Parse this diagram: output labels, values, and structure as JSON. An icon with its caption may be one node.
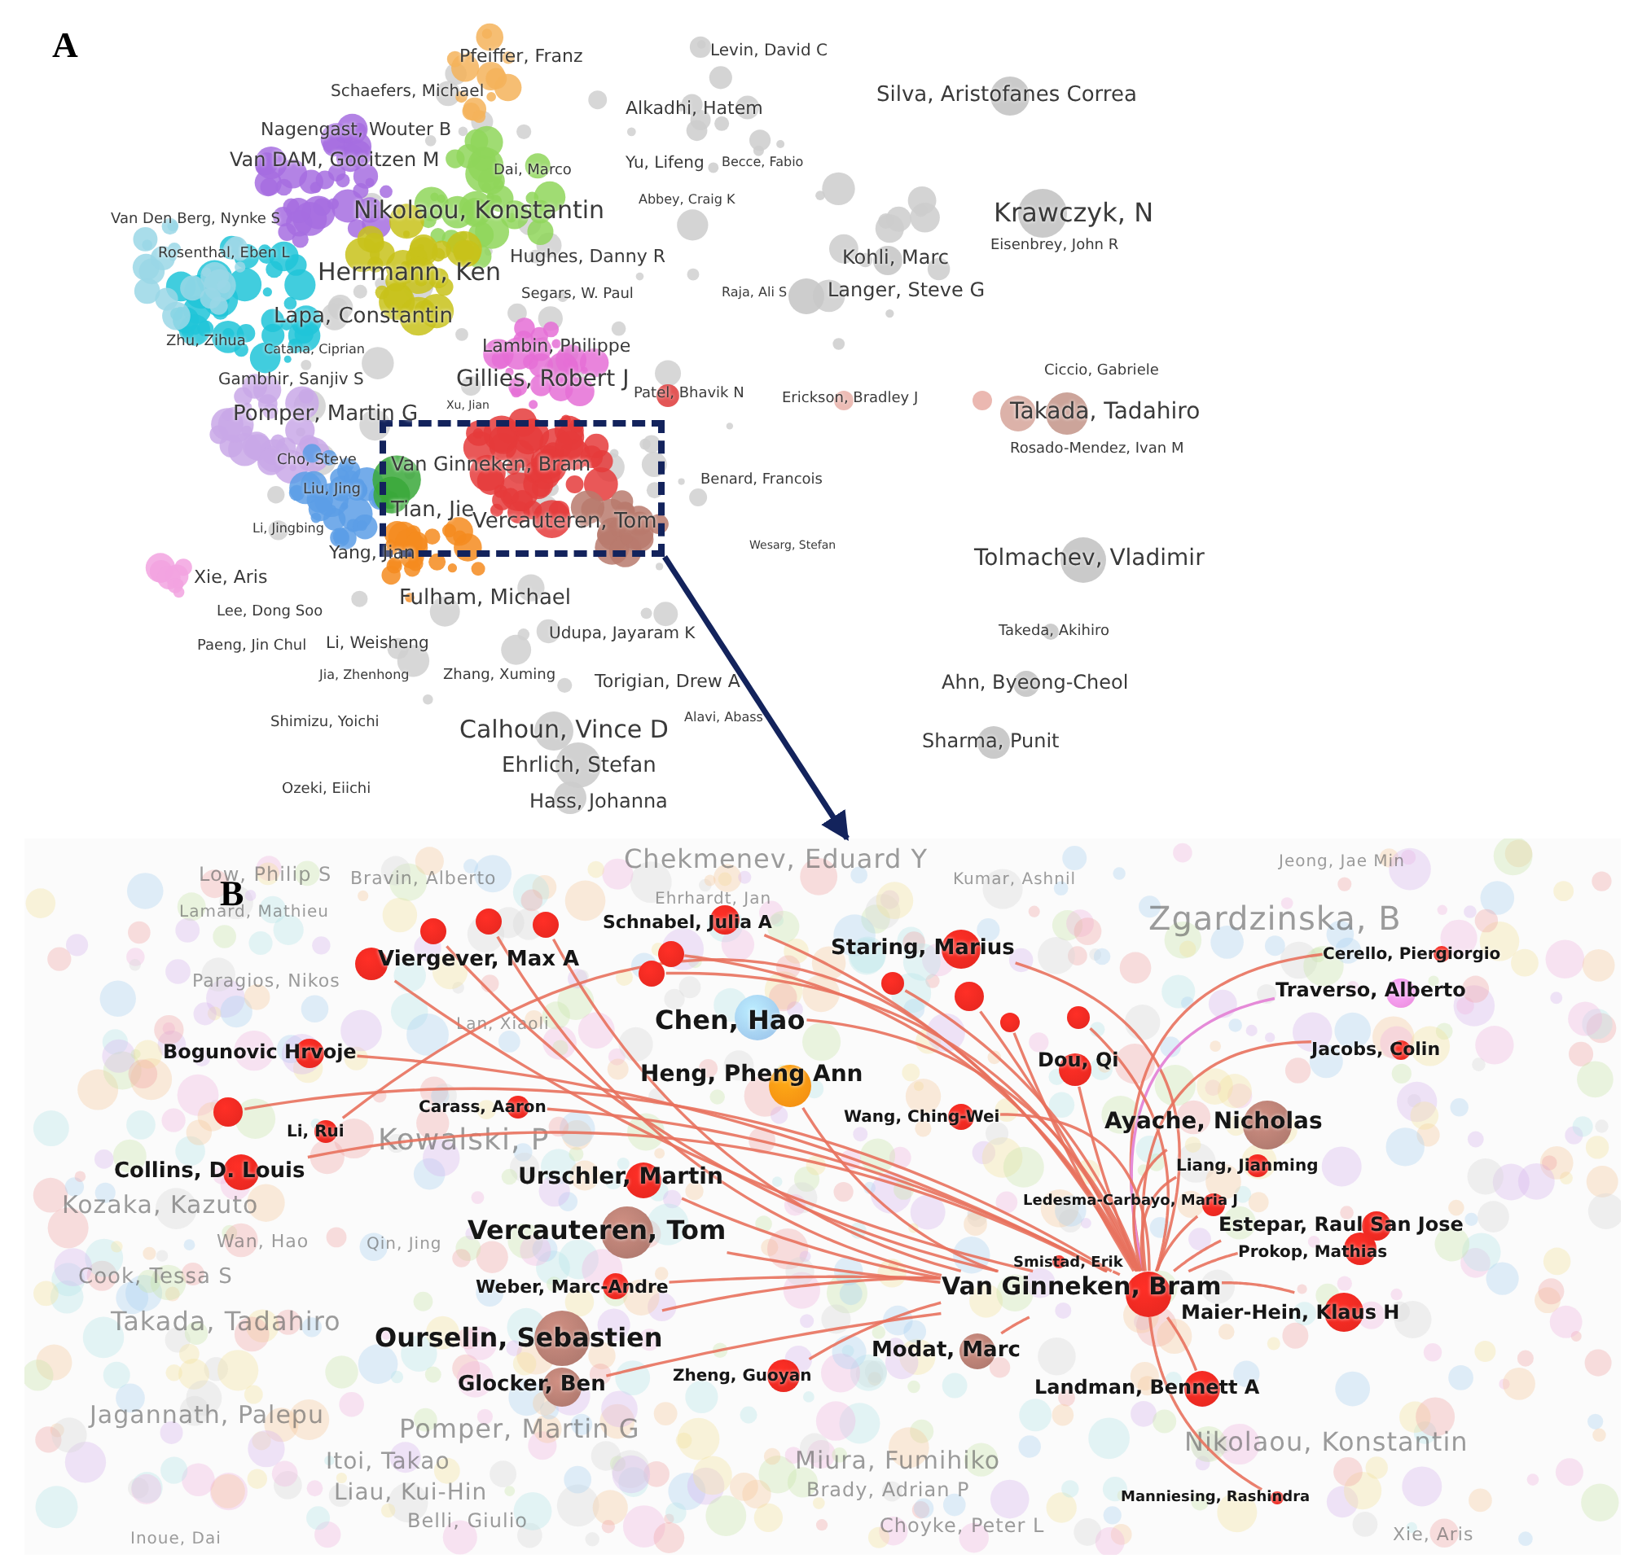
{
  "diagram": {
    "nodes": [
      {
        "text": [],
        "shape": "box"
      },
      {
        "text": [
          "B"
        ]
      },
      {
        "text": [
          "Schnabel, Julia A"
        ],
        "in": 1
      },
      {
        "text": [
          "Staring, Marius"
        ],
        "in": 1
      },
      {
        "text": [
          "Cerello, Piergiorgio"
        ],
        "in": 1
      },
      {
        "text": [
          "Viergever, Max A"
        ],
        "in": 1
      },
      {
        "text": [
          "Traverso, Alberto"
        ],
        "in": 1
      },
      {
        "text": [
          "Chen, Hao"
        ],
        "in": 1
      },
      {
        "text": [
          "Bogunovic Hrvoje"
        ],
        "in": 1
      },
      {
        "text": [
          "Jacobs, Colin"
        ],
        "in": 1
      },
      {
        "text": [
          "Dou, Qi"
        ],
        "in": 1
      },
      {
        "text": [
          "Heng, Pheng Ann"
        ],
        "in": 1
      },
      {
        "text": [
          "Carass, Aaron"
        ],
        "in": 1
      },
      {
        "text": [
          "Wang, Ching-Wei"
        ],
        "in": 1
      },
      {
        "text": [
          "Ayache, Nicholas"
        ],
        "in": 1
      },
      {
        "text": [
          "Li, Rui"
        ],
        "in": 1
      },
      {
        "text": [
          "Liang, Jianming"
        ],
        "in": 1
      },
      {
        "text": [
          "Collins, D. Louis"
        ],
        "in": 1
      },
      {
        "text": [
          "Urschler, Martin"
        ],
        "in": 1
      },
      {
        "text": [
          "Ledesma-Carbayo, Maria J"
        ],
        "in": 1
      },
      {
        "text": [
          "Estepar, Raul San Jose"
        ],
        "in": 1
      },
      {
        "text": [
          "Vercauteren, Tom"
        ],
        "in": 1
      },
      {
        "text": [
          "Prokop, Mathias"
        ],
        "in": 1
      },
      {
        "text": [
          "Smistad, Erik"
        ],
        "in": 1
      },
      {
        "text": [
          "Weber, Marc-Andre"
        ],
        "in": 1
      },
      {
        "text": [
          "Van Ginneken, Bram"
        ],
        "in": 1
      },
      {
        "text": [
          "Maier-Hein, Klaus H"
        ],
        "in": 1
      },
      {
        "text": [
          "Ourselin, Sebastien"
        ],
        "in": 1
      },
      {
        "text": [
          "Modat, Marc"
        ],
        "in": 1
      },
      {
        "text": [
          "Zheng, Guoyan"
        ],
        "in": 1
      },
      {
        "text": [
          "Glocker, Ben"
        ],
        "in": 1
      },
      {
        "text": [
          "Landman, Bennett A"
        ],
        "in": 1
      },
      {
        "text": [
          "Manniesing, Rashindra"
        ],
        "in": 1
      },
      {
        "text": [],
        "shape": "circle",
        "in": 1
      },
      {
        "text": [],
        "shape": "circle",
        "in": 1
      },
      {
        "text": [],
        "shape": "circle",
        "in": 1
      },
      {
        "text": [],
        "shape": "circle",
        "in": 1
      },
      {
        "text": [],
        "shape": "circle",
        "in": 1
      },
      {
        "text": [],
        "shape": "circle",
        "in": 1
      },
      {
        "text": [],
        "shape": "circle",
        "in": 1
      },
      {
        "text": [],
        "shape": "circle",
        "in": 1
      },
      {
        "text": [],
        "shape": "circle",
        "in": 1
      },
      {
        "text": [],
        "shape": "circle",
        "in": 1
      }
    ],
    "edges": [
      {
        "from": 0,
        "to": 1,
        "arrow": "to",
        "style": "thick",
        "color": "#13235c"
      },
      {
        "from": 25,
        "to": 2,
        "arrow": "none"
      },
      {
        "from": 25,
        "to": 3,
        "arrow": "none"
      },
      {
        "from": 25,
        "to": 4,
        "arrow": "none"
      },
      {
        "from": 25,
        "to": 5,
        "arrow": "none"
      },
      {
        "from": 25,
        "to": 6,
        "arrow": "none",
        "color": "#e58ad8"
      },
      {
        "from": 25,
        "to": 7,
        "arrow": "none"
      },
      {
        "from": 25,
        "to": 8,
        "arrow": "none"
      },
      {
        "from": 25,
        "to": 9,
        "arrow": "none"
      },
      {
        "from": 25,
        "to": 10,
        "arrow": "none"
      },
      {
        "from": 25,
        "to": 11,
        "arrow": "none"
      },
      {
        "from": 25,
        "to": 12,
        "arrow": "none"
      },
      {
        "from": 25,
        "to": 13,
        "arrow": "none"
      },
      {
        "from": 25,
        "to": 14,
        "arrow": "none"
      },
      {
        "from": 25,
        "to": 15,
        "arrow": "none"
      },
      {
        "from": 25,
        "to": 16,
        "arrow": "none"
      },
      {
        "from": 25,
        "to": 17,
        "arrow": "none"
      },
      {
        "from": 25,
        "to": 18,
        "arrow": "none"
      },
      {
        "from": 25,
        "to": 19,
        "arrow": "none"
      },
      {
        "from": 25,
        "to": 20,
        "arrow": "none"
      },
      {
        "from": 25,
        "to": 21,
        "arrow": "none"
      },
      {
        "from": 25,
        "to": 22,
        "arrow": "none"
      },
      {
        "from": 25,
        "to": 23,
        "arrow": "none"
      },
      {
        "from": 25,
        "to": 24,
        "arrow": "none"
      },
      {
        "from": 25,
        "to": 26,
        "arrow": "none"
      },
      {
        "from": 25,
        "to": 27,
        "arrow": "none"
      },
      {
        "from": 25,
        "to": 28,
        "arrow": "none"
      },
      {
        "from": 25,
        "to": 29,
        "arrow": "none"
      },
      {
        "from": 25,
        "to": 30,
        "arrow": "none"
      },
      {
        "from": 25,
        "to": 31,
        "arrow": "none"
      },
      {
        "from": 25,
        "to": 32,
        "arrow": "none"
      },
      {
        "from": 25,
        "to": 33,
        "arrow": "none"
      },
      {
        "from": 25,
        "to": 34,
        "arrow": "none"
      },
      {
        "from": 25,
        "to": 35,
        "arrow": "none"
      },
      {
        "from": 25,
        "to": 36,
        "arrow": "none"
      },
      {
        "from": 25,
        "to": 37,
        "arrow": "none"
      },
      {
        "from": 25,
        "to": 38,
        "arrow": "none"
      },
      {
        "from": 25,
        "to": 39,
        "arrow": "none"
      },
      {
        "from": 25,
        "to": 40,
        "arrow": "none"
      },
      {
        "from": 25,
        "to": 41,
        "arrow": "none"
      },
      {
        "from": 25,
        "to": 42,
        "arrow": "none"
      }
    ],
    "labels": [
      "A",
      "Pfeiffer, Franz",
      "Levin, David C",
      "Schaefers, Michael",
      "Silva, Aristofanes Correa",
      "Alkadhi, Hatem",
      "Nagengast, Wouter B",
      "Van DAM, Gooitzen M",
      "Yu, Lifeng",
      "Becce, Fabio",
      "Dai, Marco",
      "Abbey, Craig K",
      "Nikolaou, Konstantin",
      "Krawczyk, N",
      "Van Den Berg, Nynke S",
      "Eisenbrey, John R",
      "Rosenthal, Eben L",
      "Hughes, Danny R",
      "Kohli, Marc",
      "Herrmann, Ken",
      "Langer, Steve G",
      "Raja, Ali S",
      "Segars, W. Paul",
      "Lapa, Constantin",
      "Zhu, Zihua",
      "Catana, Ciprian",
      "Lambin, Philippe",
      "Ciccio, Gabriele",
      "Gambhir, Sanjiv S",
      "Gillies, Robert J",
      "Patel, Bhavik N",
      "Erickson, Bradley J",
      "Takada, Tadahiro",
      "Xu, Jian",
      "Pomper, Martin G",
      "Rosado-Mendez, Ivan M",
      "Cho, Steve",
      "Van Ginneken, Bram",
      "Benard, Francois",
      "Liu, Jing",
      "Tian, Jie",
      "Li, Jingbing",
      "Vercauteren, Tom",
      "Wesarg, Stefan",
      "Tolmachev, Vladimir",
      "Yang, Jian",
      "Xie, Aris",
      "Fulham, Michael",
      "Lee, Dong Soo",
      "Takeda, Akihiro",
      "Udupa, Jayaram K",
      "Li, Weisheng",
      "Paeng, Jin Chul",
      "Jia, Zhenhong",
      "Zhang, Xuming",
      "Torigian, Drew A",
      "Ahn, Byeong-Cheol",
      "Alavi, Abass",
      "Shimizu, Yoichi",
      "Calhoun, Vince D",
      "Sharma, Punit",
      "Ehrlich, Stefan",
      "Ozeki, Eiichi",
      "Hass, Johanna",
      "Chekmenev, Eduard Y",
      "Jeong, Jae Min",
      "Low, Philip S",
      "Bravin, Alberto",
      "Kumar, Ashnil",
      "Ehrhardt, Jan",
      "Lamard, Mathieu",
      "Zgardzinska, B",
      "Paragios, Nikos",
      "Lan, Xiaoli",
      "Kowalski, P",
      "Kozaka, Kazuto",
      "Wan, Hao",
      "Qin, Jing",
      "Cook, Tessa S",
      "Takada, Tadahiro",
      "Jagannath, Palepu",
      "Pomper, Martin G",
      "Nikolaou, Konstantin",
      "Itoi, Takao",
      "Miura, Fumihiko",
      "Brady, Adrian P",
      "Liau, Kui-Hin",
      "Belli, Giulio",
      "Choyke, Peter L",
      "Xie, Aris",
      "Inoue, Dai"
    ]
  }
}
